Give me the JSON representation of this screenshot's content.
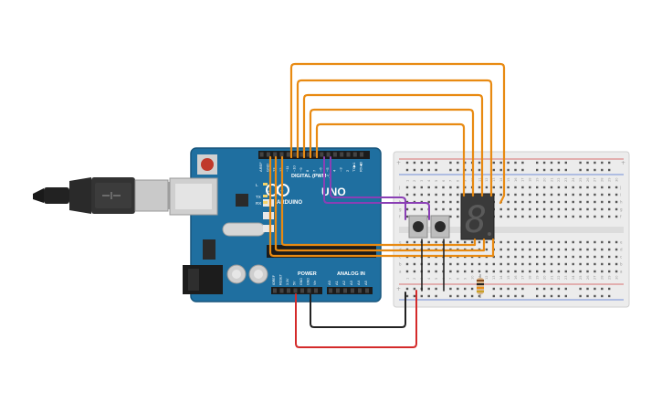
{
  "board": {
    "brand": "UNO",
    "logo": "ARDUINO",
    "digital_label": "DIGITAL (PWM~)",
    "power_label": "POWER",
    "analog_label": "ANALOG IN",
    "top_pins": [
      "AREF",
      "GND",
      "13",
      "12",
      "~11",
      "~10",
      "~9",
      "8",
      "7",
      "~6",
      "~5",
      "4",
      "~3",
      "2",
      "TX▶1",
      "RX◀0"
    ],
    "led_labels": [
      "L",
      "TX",
      "RX"
    ],
    "power_pins": [
      "IOREF",
      "RESET",
      "3.3V",
      "5V",
      "GND",
      "GND",
      "Vin"
    ],
    "analog_pins": [
      "A0",
      "A1",
      "A2",
      "A3",
      "A4",
      "A5"
    ]
  },
  "breadboard": {
    "rail_plus": "+",
    "rail_minus": "−",
    "row_letters_top": [
      "j",
      "i",
      "h",
      "g",
      "f"
    ],
    "row_letters_bottom": [
      "e",
      "d",
      "c",
      "b",
      "a"
    ],
    "columns": [
      "1",
      "2",
      "3",
      "4",
      "5",
      "6",
      "7",
      "8",
      "9",
      "10",
      "11",
      "12",
      "13",
      "14",
      "15",
      "16",
      "17",
      "18",
      "19",
      "20",
      "21",
      "22",
      "23",
      "24",
      "25",
      "26",
      "27",
      "28",
      "29",
      "30"
    ]
  },
  "display": {
    "digit": "8"
  },
  "colors": {
    "board": "#1f6fa0",
    "wire_orange": "#e88a12",
    "wire_purple": "#8a3fb5",
    "wire_red": "#d42b2b",
    "wire_black": "#222222",
    "breadboard": "#ececec"
  },
  "icons": [
    "usb-plug-icon",
    "reset-button-icon",
    "arduino-logo-icon"
  ]
}
